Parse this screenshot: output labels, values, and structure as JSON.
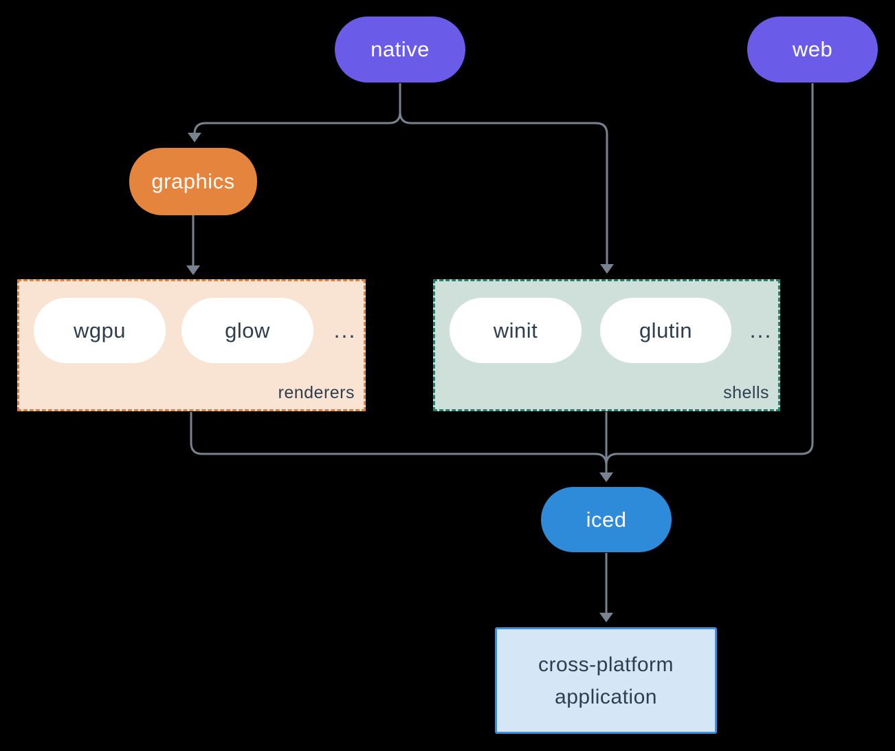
{
  "nodes": {
    "native": {
      "label": "native"
    },
    "web": {
      "label": "web"
    },
    "graphics": {
      "label": "graphics"
    },
    "iced": {
      "label": "iced"
    },
    "application": {
      "label": "cross-platform application"
    }
  },
  "groups": {
    "renderers": {
      "label": "renderers",
      "items": [
        "wgpu",
        "glow"
      ],
      "ellipsis": "..."
    },
    "shells": {
      "label": "shells",
      "items": [
        "winit",
        "glutin"
      ],
      "ellipsis": "..."
    }
  },
  "colors": {
    "background": "#000000",
    "line": "#78838F",
    "node_purple": "#6A5CE8",
    "node_orange": "#E5843C",
    "node_blue": "#2E8BD9",
    "renderers_fill": "#F9E4D4",
    "renderers_border": "#DD8040",
    "shells_fill": "#CFE0DA",
    "shells_border": "#2A7D6B",
    "app_fill": "#D5E6F6",
    "app_border": "#3E8FD8",
    "text_dark": "#2F3E4E",
    "text_light": "#FFFFFF"
  }
}
